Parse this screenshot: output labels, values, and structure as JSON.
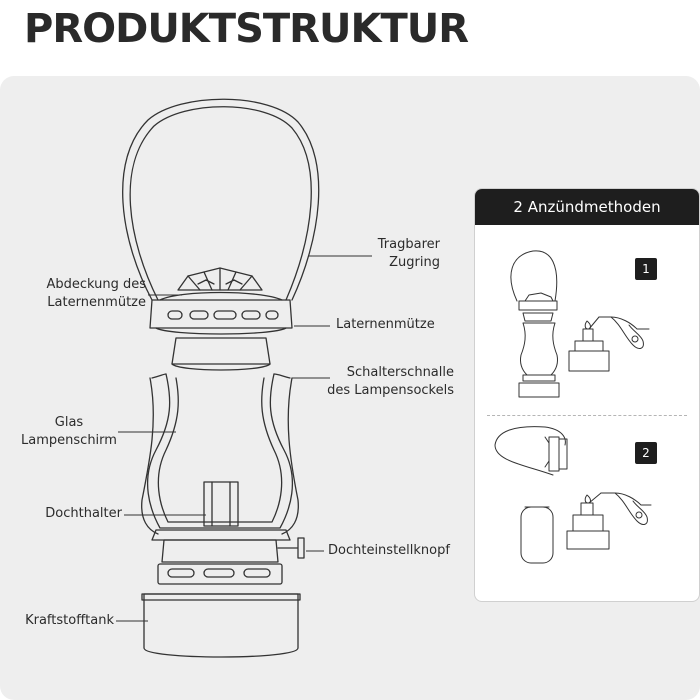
{
  "title": "PRODUKTSTRUKTUR",
  "labels": {
    "tragbarer_zugring": "Tragbarer\nZugring",
    "abdeckung": "Abdeckung des\nLaternenmütze",
    "laternenmuetze": "Laternenmütze",
    "schalterschnalle": "Schalterschnalle\ndes Lampensockels",
    "glas": "Glas\nLampenschirm",
    "dochthalter": "Dochthalter",
    "dochteinstellknopf": "Dochteinstellknopf",
    "kraftstofftank": "Kraftstofftank"
  },
  "methods": {
    "heading": "2 Anzündmethoden",
    "step1": "1",
    "step2": "2"
  },
  "colors": {
    "panel": "#eeeeee",
    "line": "#333333",
    "dark": "#1e1e1e"
  }
}
